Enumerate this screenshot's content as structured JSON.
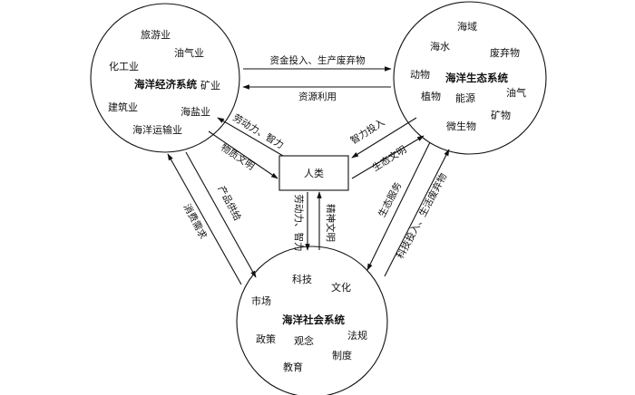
{
  "economic": {
    "title": "海洋经济系统",
    "items": [
      "旅游业",
      "油气业",
      "化工业",
      "矿业",
      "建筑业",
      "海盐业",
      "海洋运输业"
    ]
  },
  "ecological": {
    "title": "海洋生态系统",
    "items": [
      "海域",
      "海水",
      "废弃物",
      "动物",
      "植物",
      "能源",
      "油气",
      "矿物",
      "微生物"
    ]
  },
  "social": {
    "title": "海洋社会系统",
    "items": [
      "科技",
      "文化",
      "市场",
      "政策",
      "观念",
      "法规",
      "制度",
      "教育"
    ]
  },
  "human": {
    "label": "人类"
  },
  "edges": {
    "econ_to_eco": "资金投入、生产废弃物",
    "eco_to_econ": "资源利用",
    "econ_human_a": "劳动力、智力",
    "econ_human_b": "物质文明",
    "eco_human_a": "智力投入",
    "eco_human_b": "生态文明",
    "econ_social_a": "消费需求",
    "econ_social_b": "产品供给",
    "eco_social_a": "生态服务",
    "eco_social_b": "科技投入、生活废弃物",
    "human_social_a": "劳动力、智力",
    "human_social_b": "精神文明"
  }
}
